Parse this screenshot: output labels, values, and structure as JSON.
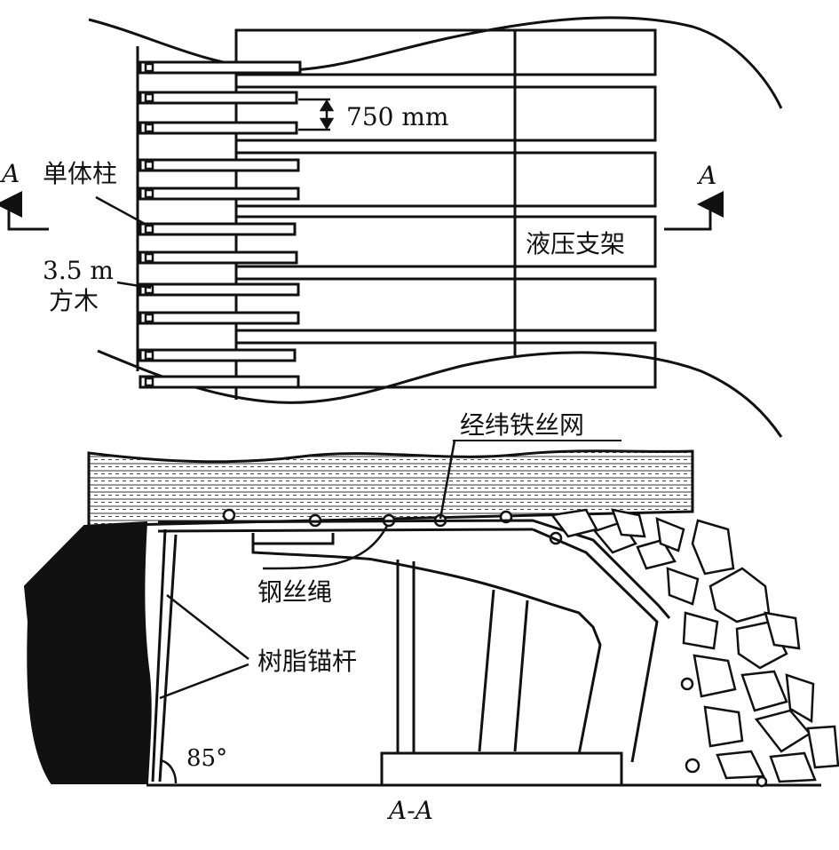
{
  "plan_view": {
    "labels": {
      "section_left": "A",
      "section_right": "A",
      "single_prop": "单体柱",
      "timber_size": "3.5 m",
      "timber_name": "方木",
      "spacing": "750 mm",
      "hydraulic_support": "液压支架"
    }
  },
  "section_view": {
    "labels": {
      "wire_mesh": "经纬铁丝网",
      "wire_rope": "钢丝绳",
      "resin_bolt": "树脂锚杆",
      "angle": "85°",
      "section_name": "A-A"
    }
  },
  "colors": {
    "line": "#111111",
    "coal": "#111111",
    "background": "#ffffff"
  }
}
